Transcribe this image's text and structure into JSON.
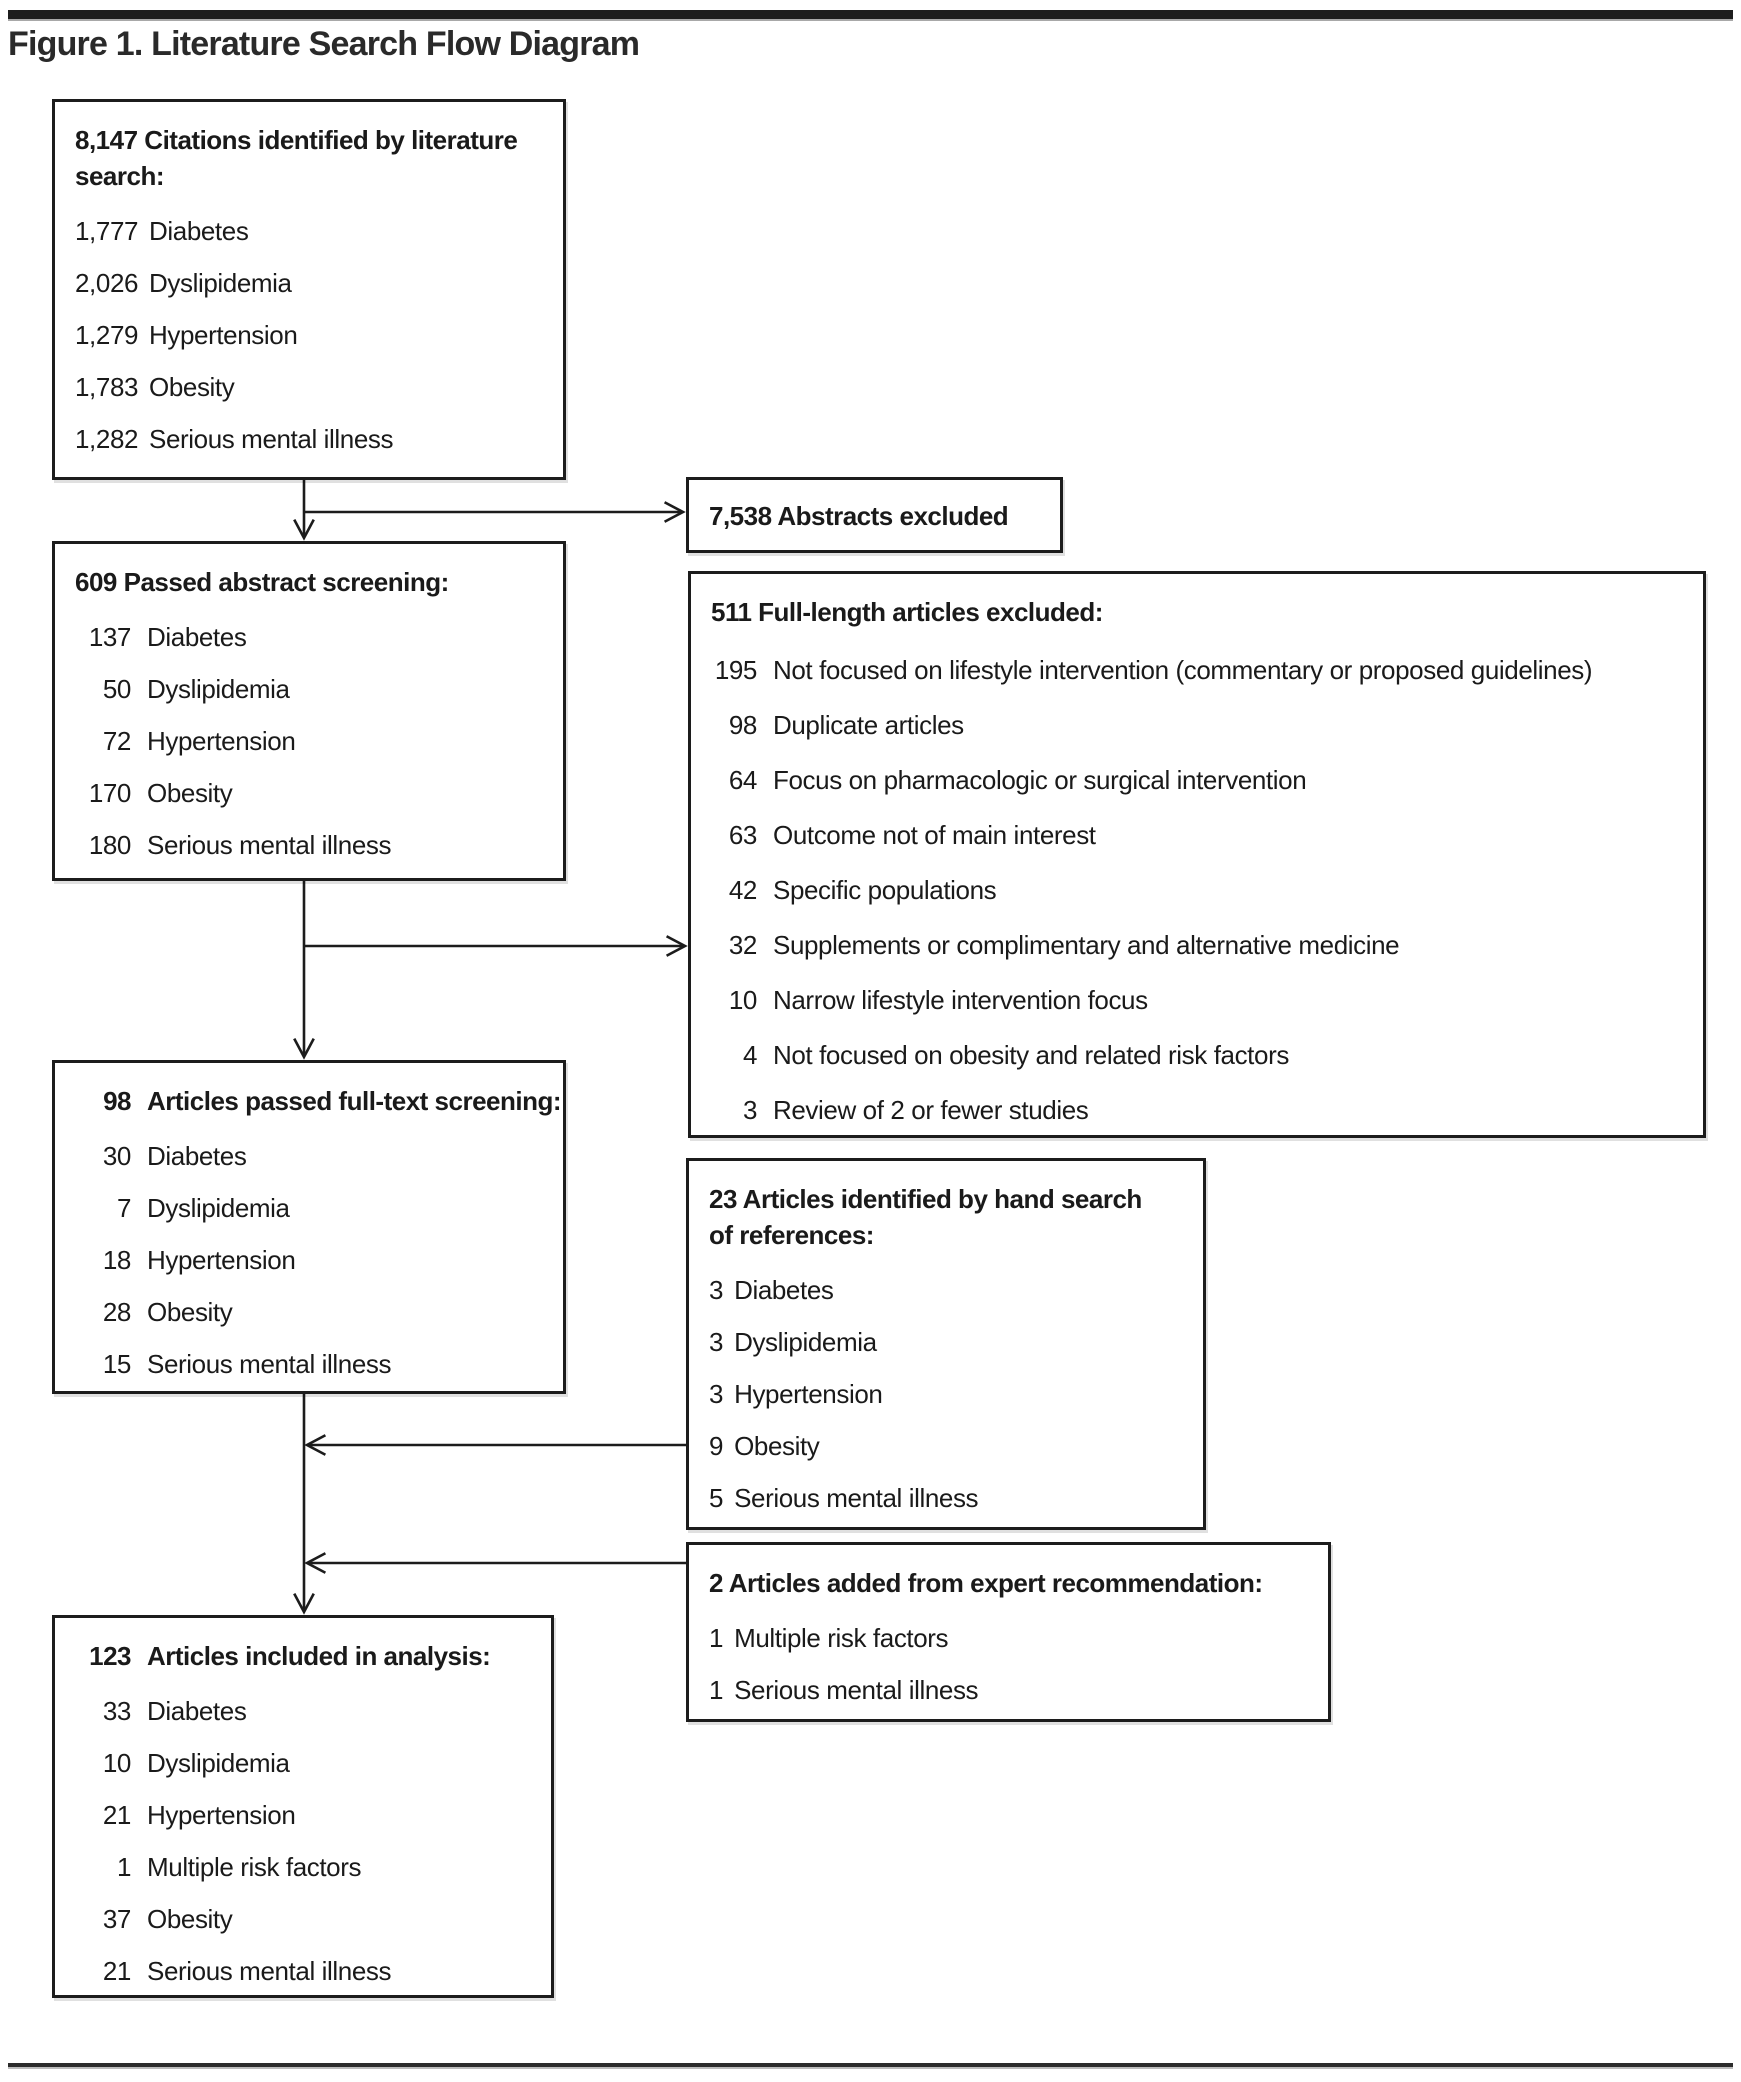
{
  "figure": {
    "title": "Figure 1. Literature Search Flow Diagram"
  },
  "boxes": {
    "citations": {
      "header": "8,147 Citations identified by literature search:",
      "items": [
        {
          "num": "1,777",
          "label": "Diabetes"
        },
        {
          "num": "2,026",
          "label": "Dyslipidemia"
        },
        {
          "num": "1,279",
          "label": "Hypertension"
        },
        {
          "num": "1,783",
          "label": "Obesity"
        },
        {
          "num": "1,282",
          "label": "Serious mental illness"
        }
      ]
    },
    "abstracts_excluded": {
      "header": "7,538 Abstracts excluded"
    },
    "abstract_screening": {
      "header": "609 Passed abstract screening:",
      "items": [
        {
          "num": "137",
          "label": "Diabetes"
        },
        {
          "num": "50",
          "label": "Dyslipidemia"
        },
        {
          "num": "72",
          "label": "Hypertension"
        },
        {
          "num": "170",
          "label": "Obesity"
        },
        {
          "num": "180",
          "label": "Serious mental illness"
        }
      ]
    },
    "fulltext_excluded": {
      "header": "511 Full-length articles excluded:",
      "items": [
        {
          "num": "195",
          "label": "Not focused on lifestyle intervention (commentary or proposed guidelines)"
        },
        {
          "num": "98",
          "label": "Duplicate articles"
        },
        {
          "num": "64",
          "label": "Focus on pharmacologic or surgical intervention"
        },
        {
          "num": "63",
          "label": "Outcome not of main interest"
        },
        {
          "num": "42",
          "label": "Specific populations"
        },
        {
          "num": "32",
          "label": "Supplements or complimentary and alternative medicine"
        },
        {
          "num": "10",
          "label": "Narrow lifestyle intervention focus"
        },
        {
          "num": "4",
          "label": "Not focused on obesity and related risk factors"
        },
        {
          "num": "3",
          "label": "Review of 2 or fewer studies"
        }
      ]
    },
    "fulltext_screening": {
      "header_num": "98",
      "header_label": "Articles passed full-text screening:",
      "items": [
        {
          "num": "30",
          "label": "Diabetes"
        },
        {
          "num": "7",
          "label": "Dyslipidemia"
        },
        {
          "num": "18",
          "label": "Hypertension"
        },
        {
          "num": "28",
          "label": "Obesity"
        },
        {
          "num": "15",
          "label": "Serious mental illness"
        }
      ]
    },
    "hand_search": {
      "header": "23 Articles identified by hand search of references:",
      "items": [
        {
          "num": "3",
          "label": "Diabetes"
        },
        {
          "num": "3",
          "label": "Dyslipidemia"
        },
        {
          "num": "3",
          "label": "Hypertension"
        },
        {
          "num": "9",
          "label": "Obesity"
        },
        {
          "num": "5",
          "label": "Serious mental illness"
        }
      ]
    },
    "expert_recommendation": {
      "header": "2 Articles added from expert recommendation:",
      "items": [
        {
          "num": "1",
          "label": "Multiple risk factors"
        },
        {
          "num": "1",
          "label": "Serious mental illness"
        }
      ]
    },
    "included": {
      "header_num": "123",
      "header_label": "Articles included in analysis:",
      "items": [
        {
          "num": "33",
          "label": "Diabetes"
        },
        {
          "num": "10",
          "label": "Dyslipidemia"
        },
        {
          "num": "21",
          "label": "Hypertension"
        },
        {
          "num": "1",
          "label": "Multiple risk factors"
        },
        {
          "num": "37",
          "label": "Obesity"
        },
        {
          "num": "21",
          "label": "Serious mental illness"
        }
      ]
    }
  }
}
